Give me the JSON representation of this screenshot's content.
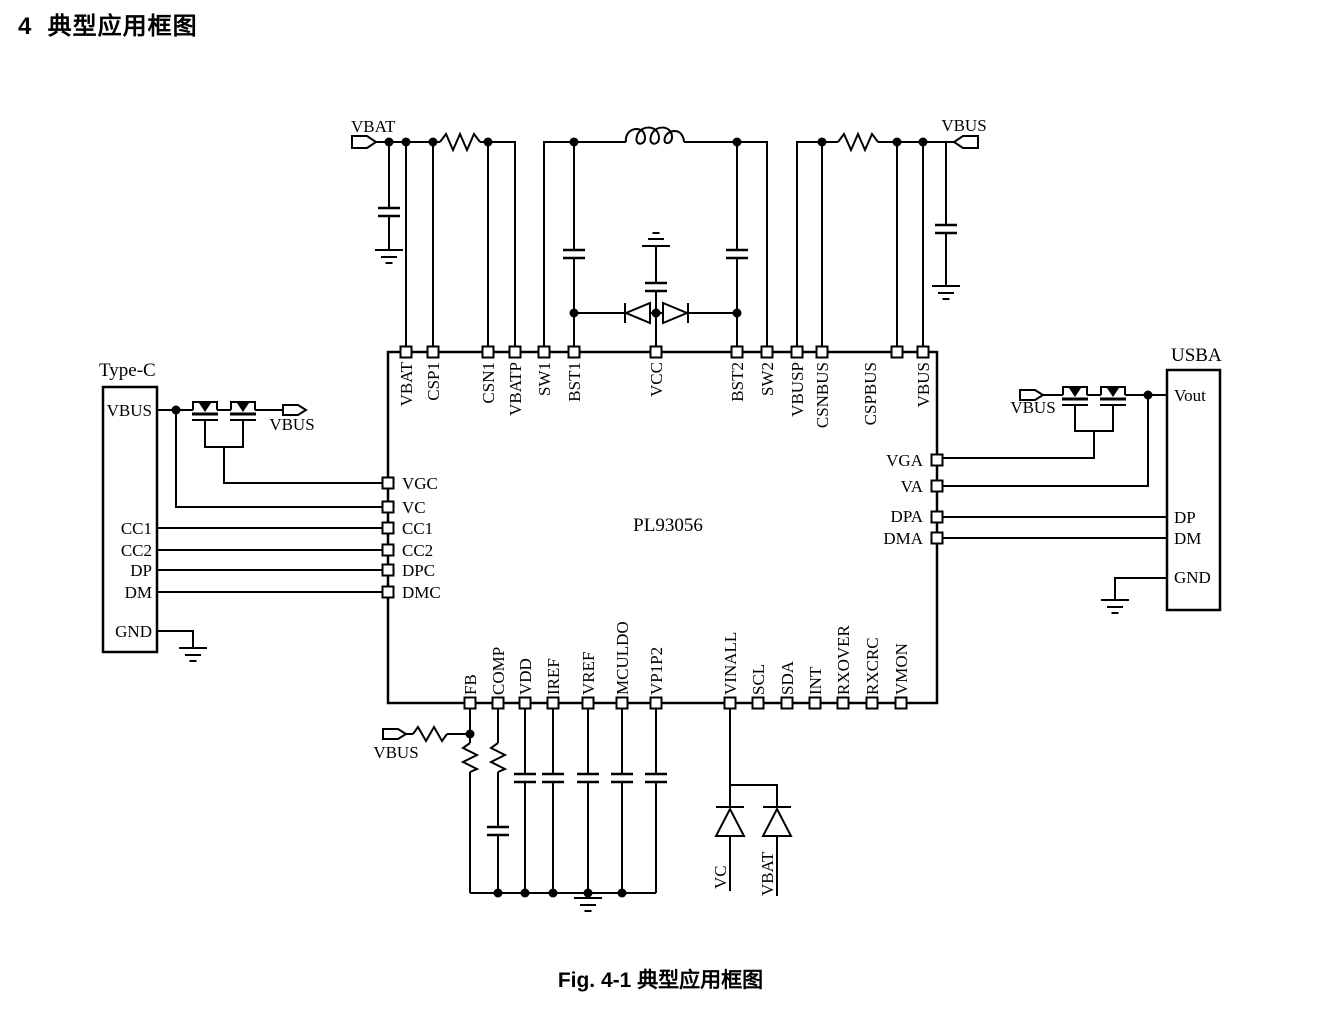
{
  "page": {
    "heading": "4  典型应用框图",
    "caption": "Fig. 4-1  典型应用框图"
  },
  "colors": {
    "line": "#000000",
    "background": "#ffffff"
  },
  "ic": {
    "name": "PL93056",
    "top_pins": [
      "VBAT",
      "CSP1",
      "CSN1",
      "VBATP",
      "SW1",
      "BST1",
      "VCC",
      "BST2",
      "SW2",
      "VBUSP",
      "CSNBUS",
      "CSPBUS",
      "VBUS"
    ],
    "bottom_pins": [
      "FB",
      "COMP",
      "VDD",
      "IREF",
      "VREF",
      "MCULDO",
      "VP1P2",
      "VINALL",
      "SCL",
      "SDA",
      "INT",
      "RXOVER",
      "RXCRC",
      "VMON"
    ],
    "left_pins": [
      "VGC",
      "VC",
      "CC1",
      "CC2",
      "DPC",
      "DMC"
    ],
    "right_pins": [
      "VGA",
      "VA",
      "DPA",
      "DMA"
    ]
  },
  "typec": {
    "title": "Type-C",
    "pins": [
      "VBUS",
      "CC1",
      "CC2",
      "DP",
      "DM",
      "GND"
    ]
  },
  "usba": {
    "title": "USBA",
    "pins": [
      "Vout",
      "DP",
      "DM",
      "GND"
    ]
  },
  "terminals": {
    "vbat_top": "VBAT",
    "vbus_top_right": "VBUS",
    "vbus_typec_switch": "VBUS",
    "vbus_usba_switch": "VBUS",
    "vbus_feedback": "VBUS",
    "vc_bottom": "VC",
    "vbat_bottom": "VBAT"
  }
}
